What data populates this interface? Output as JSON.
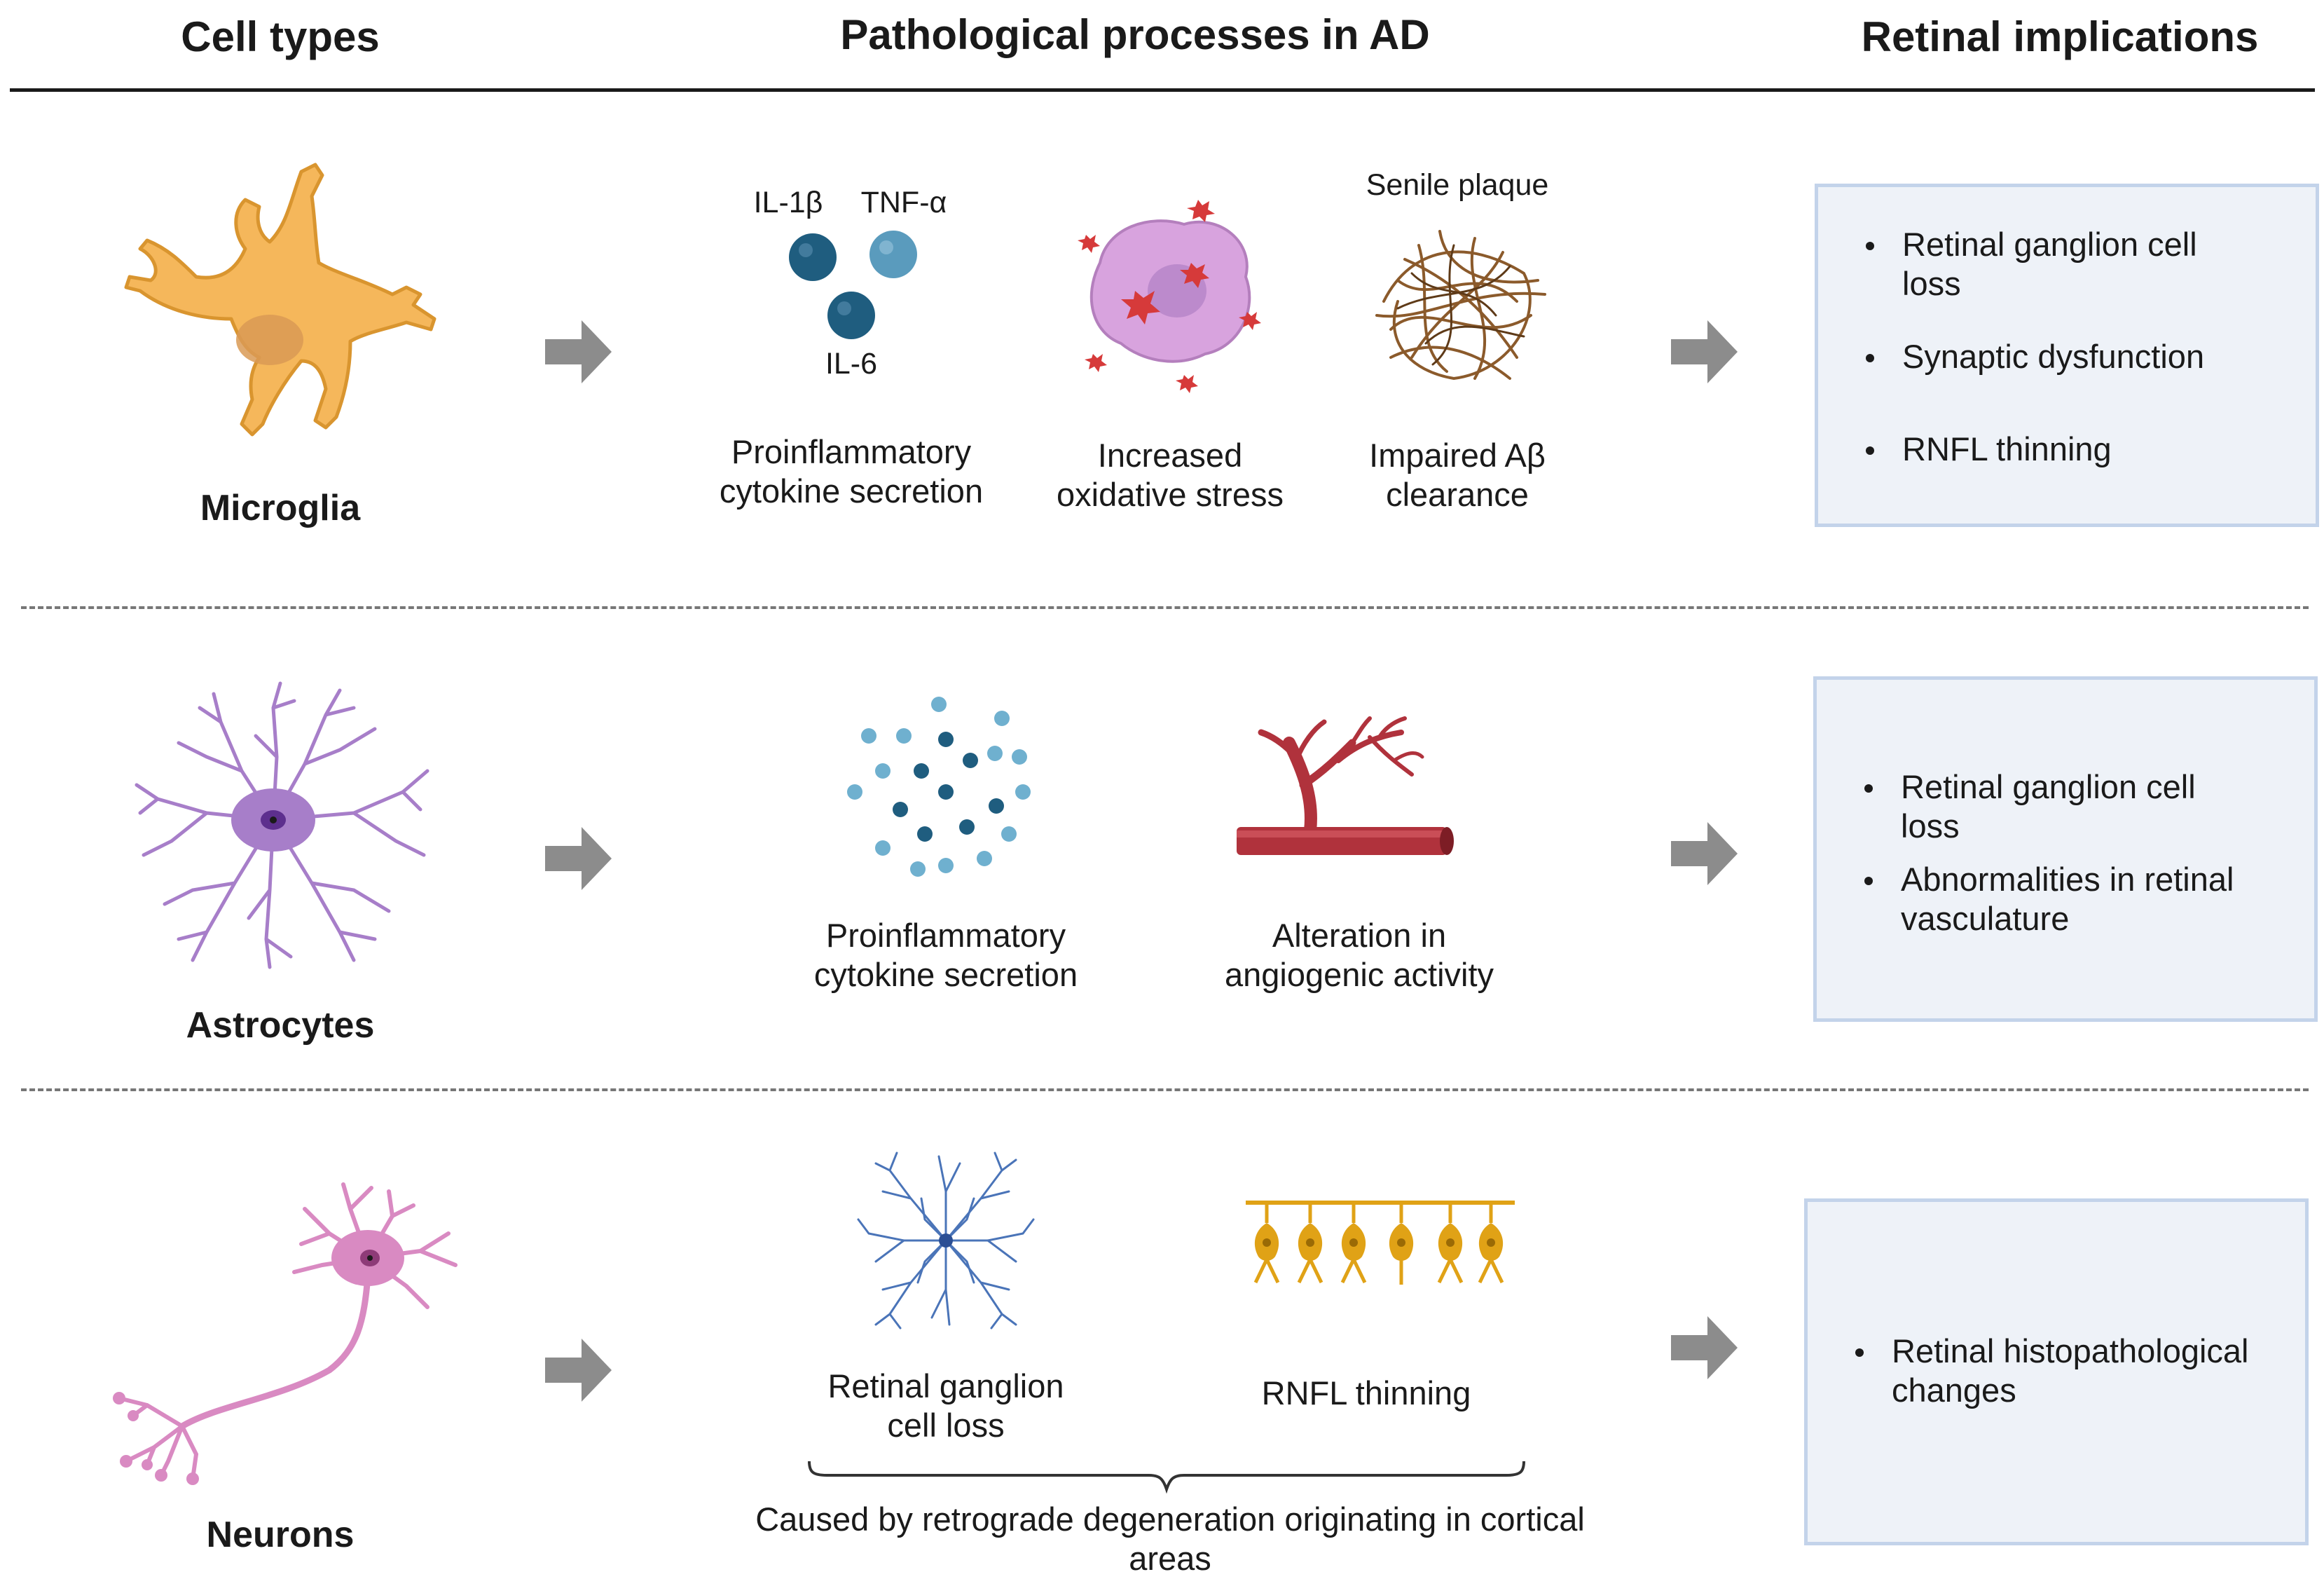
{
  "headers": {
    "cell_types": "Cell types",
    "processes": "Pathological processes in AD",
    "implications": "Retinal implications"
  },
  "rows": [
    {
      "cell": "Microglia",
      "processes": [
        {
          "label_line1": "Proinflammatory",
          "label_line2": "cytokine secretion",
          "icon_labels": [
            "IL-1β",
            "TNF-α",
            "IL-6"
          ]
        },
        {
          "label_line1": "Increased",
          "label_line2": "oxidative stress"
        },
        {
          "label_line1": "Impaired Aβ",
          "label_line2": "clearance",
          "caption": "Senile plaque"
        }
      ],
      "implications": [
        "Retinal ganglion cell loss",
        "Synaptic dysfunction",
        "RNFL thinning"
      ]
    },
    {
      "cell": "Astrocytes",
      "processes": [
        {
          "label_line1": "Proinflammatory",
          "label_line2": "cytokine secretion"
        },
        {
          "label_line1": "Alteration in",
          "label_line2": "angiogenic activity"
        }
      ],
      "implications": [
        "Retinal ganglion cell loss",
        "Abnormalities in retinal vasculature"
      ]
    },
    {
      "cell": "Neurons",
      "processes": [
        {
          "label_line1": "Retinal ganglion",
          "label_line2": "cell loss"
        },
        {
          "label_line1": "RNFL thinning",
          "label_line2": ""
        }
      ],
      "brace_caption_line1": "Caused by retrograde degeneration originating in cortical",
      "brace_caption_line2": "areas",
      "implications": [
        "Retinal histopathological changes"
      ]
    }
  ],
  "colors": {
    "microglia": "#f5b75b",
    "astrocyte": "#a77ec9",
    "neuron": "#d98ac2",
    "arrow": "#8c8c8c",
    "cytokine_dark": "#1f5d7f",
    "cytokine_light": "#5a9bbd",
    "vessel": "#b0323c",
    "box_fill": "#eef2f8",
    "box_border": "#c3d3ea",
    "rnfl": "#e0a216"
  }
}
